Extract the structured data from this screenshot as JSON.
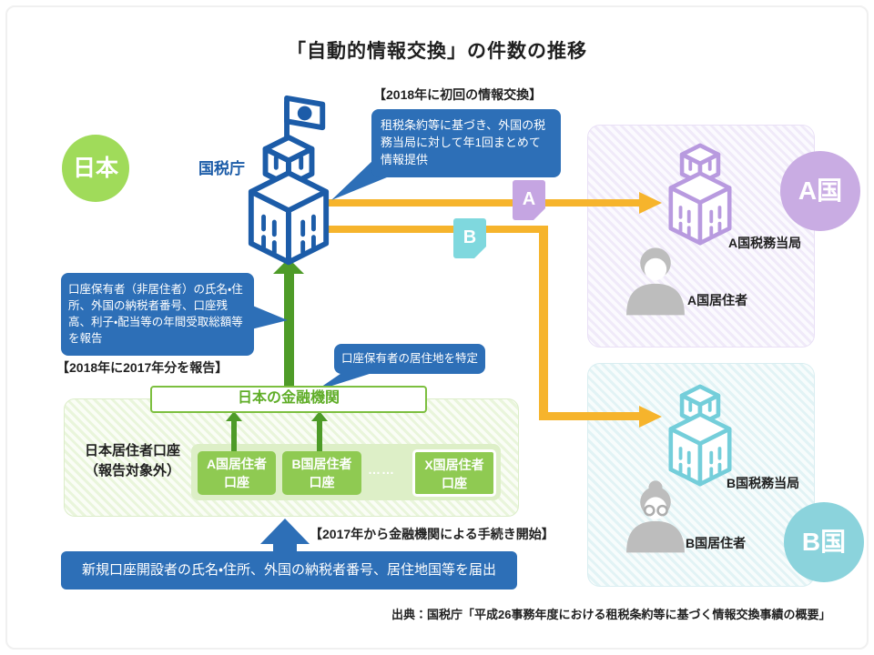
{
  "title": "「自動的情報交換」の件数の推移",
  "source": "出典：国税庁「平成26事務年度における租税条約等に基づく情報交換事績の概要」",
  "japan": {
    "badge": "日本",
    "nta_label": "国税庁",
    "note_first_exchange": "【2018年に初回の情報交換】",
    "bubble_provide": "租税条約等に基づき、外国の税務当局に対して年1回まとめて情報提供",
    "bubble_report": "口座保有者（非居住者）の氏名・住所、外国の納税者番号、口座残高、利子・配当等の年間受取総額等を報告",
    "note_report": "【2018年に2017年分を報告】",
    "bubble_residence": "口座保有者の居住地を特定",
    "financial_institution": "日本の金融機関",
    "accounts": {
      "domestic_label": "日本居住者口座\n（報告対象外）",
      "account_a": "A国居住者\n口座",
      "account_b": "B国居住者\n口座",
      "dots": "……",
      "account_x": "X国居住者\n口座"
    },
    "note_procedure": "【2017年から金融機関による手続き開始】",
    "bubble_new_account": "新規口座開設者の氏名・住所、外国の納税者番号、居住地国等を届出"
  },
  "country_a": {
    "badge": "A国",
    "doc_tag": "A",
    "authority": "A国税務当局",
    "resident": "A国居住者"
  },
  "country_b": {
    "badge": "B国",
    "doc_tag": "B",
    "authority": "B国税務当局",
    "resident": "B国居住者"
  },
  "colors": {
    "primary_blue": "#2D6FB7",
    "nta_outline_blue": "#1C5CA8",
    "japan_green": "#A0DB5A",
    "arrow_green": "#4E9B28",
    "account_green": "#8FCA52",
    "fi_border_green": "#7CBF3F",
    "flow_orange": "#F6B42C",
    "doc_purple": "#C5A5E2",
    "badge_purple": "#C9ACE3",
    "building_purple": "#B89ADF",
    "doc_teal": "#7FD8DE",
    "badge_teal": "#8BD3DC",
    "building_teal": "#74CEDA",
    "person_gray": "#BDBDBD"
  }
}
